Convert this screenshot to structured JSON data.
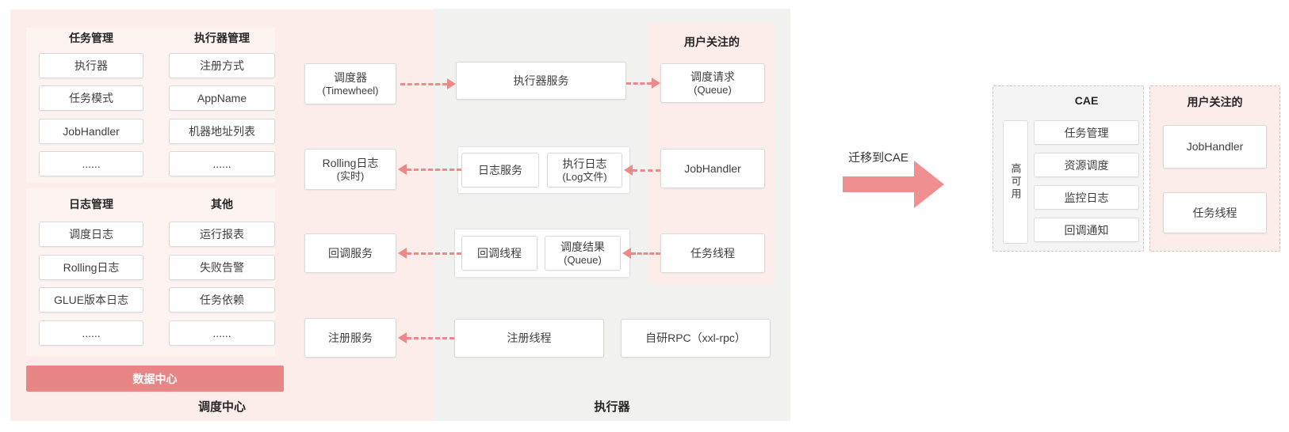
{
  "colors": {
    "accent_red": "#e88585",
    "arrow_red": "#ec8a8a",
    "panel_pink": "#fcedeb",
    "panel_gray": "#f1f1f0",
    "cae_panel_gray": "#f4f4f4"
  },
  "scheduler": {
    "label": "调度中心",
    "groups": [
      {
        "title": "任务管理",
        "items": [
          "执行器",
          "任务模式",
          "JobHandler",
          "......"
        ]
      },
      {
        "title": "执行器管理",
        "items": [
          "注册方式",
          "AppName",
          "机器地址列表",
          "......"
        ]
      },
      {
        "title": "日志管理",
        "items": [
          "调度日志",
          "Rolling日志",
          "GLUE版本日志",
          "......"
        ]
      },
      {
        "title": "其他",
        "items": [
          "运行报表",
          "失败告警",
          "任务依赖",
          "......"
        ]
      }
    ],
    "data_center": "数据中心",
    "services": [
      {
        "line1": "调度器",
        "line2": "(Timewheel)"
      },
      {
        "line1": "Rolling日志",
        "line2": "(实时)"
      },
      {
        "line1": "回调服务",
        "line2": ""
      },
      {
        "line1": "注册服务",
        "line2": ""
      }
    ]
  },
  "executor": {
    "label": "执行器",
    "executor_service": "执行器服务",
    "log_service": "日志服务",
    "exec_log": {
      "line1": "执行日志",
      "line2": "(Log文件)"
    },
    "callback_thread": "回调线程",
    "dispatch_result": {
      "line1": "调度结果",
      "line2": "(Queue)"
    },
    "register_thread": "注册线程",
    "rpc": "自研RPC（xxl-rpc）",
    "user_focus": {
      "title": "用户关注的",
      "dispatch_request": {
        "line1": "调度请求",
        "line2": "(Queue)"
      },
      "job_handler": "JobHandler",
      "task_thread": "任务线程"
    }
  },
  "migration": {
    "label": "迁移到CAE"
  },
  "cae": {
    "title": "CAE",
    "high_availability": "高可用",
    "items": [
      "任务管理",
      "资源调度",
      "监控日志",
      "回调通知"
    ]
  },
  "cae_user_focus": {
    "title": "用户关注的",
    "items": [
      "JobHandler",
      "任务线程"
    ]
  }
}
